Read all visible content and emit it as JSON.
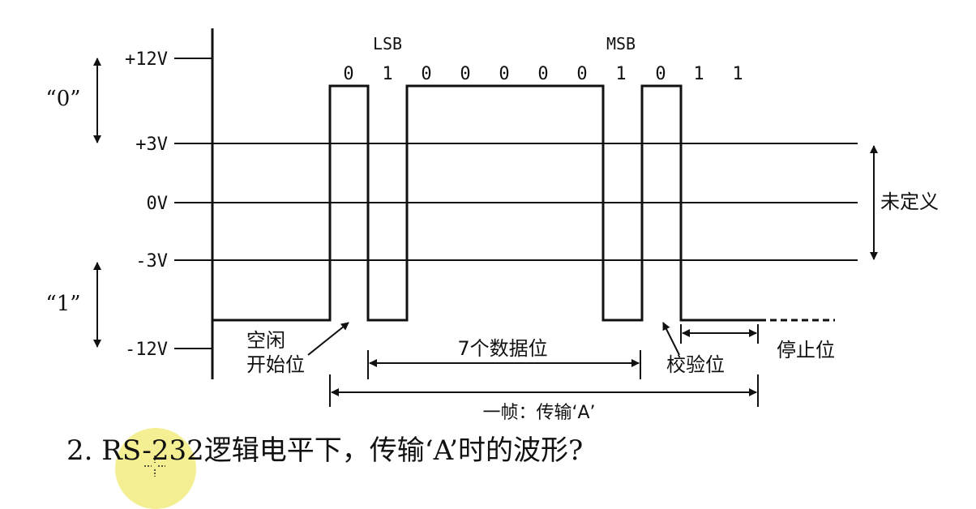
{
  "diagram": {
    "voltage_labels": [
      "+12V",
      "+3V",
      "0V",
      "-3V",
      "-12V"
    ],
    "logic_zero": "“0”",
    "logic_one": "“1”",
    "lsb": "LSB",
    "msb": "MSB",
    "bits": [
      "0",
      "1",
      "0",
      "0",
      "0",
      "0",
      "0",
      "1",
      "0",
      "1",
      "1"
    ],
    "undefined_label": "未定义",
    "idle_label": "空闲",
    "start_bit_label": "开始位",
    "data_bits_label": "7个数据位",
    "parity_label": "校验位",
    "stop_bit_label": "停止位",
    "frame_label": "一帧：传输‘A’"
  },
  "question": {
    "text": "2. RS-232逻辑电平下，传输‘A’时的波形?"
  },
  "colors": {
    "line": "#111111",
    "cursor_highlight": "#f0e65a"
  }
}
